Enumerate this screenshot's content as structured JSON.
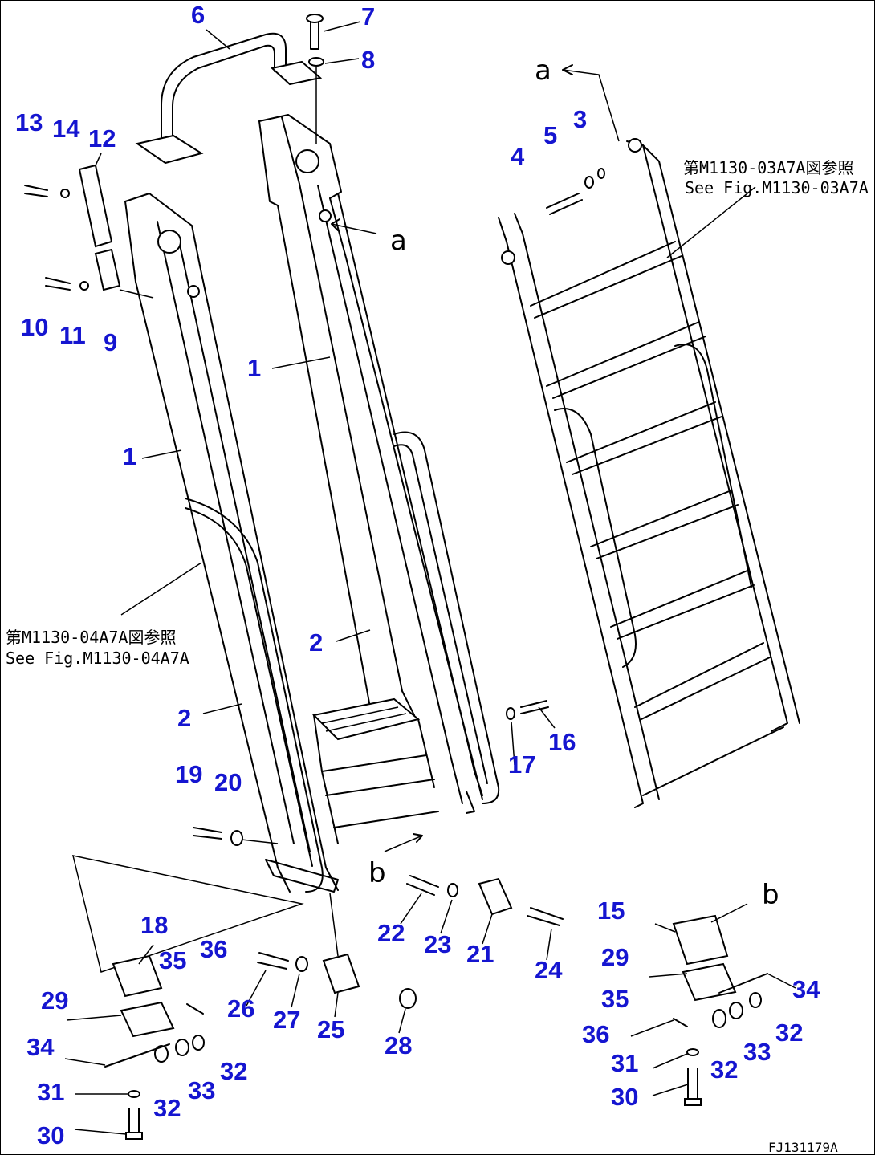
{
  "colors": {
    "callout": "#1515d0",
    "line": "#000000",
    "background": "#ffffff"
  },
  "refs": {
    "right_jp": "第M1130-03A7A図参照",
    "right_en": "See Fig.M1130-03A7A",
    "left_jp": "第M1130-04A7A図参照",
    "left_en": "See Fig.M1130-04A7A"
  },
  "view_markers": {
    "a": "a",
    "b": "b"
  },
  "drawing_code": "FJ131179A",
  "callouts": {
    "c1a": "1",
    "c1b": "1",
    "c2a": "2",
    "c2b": "2",
    "c3": "3",
    "c4": "4",
    "c5": "5",
    "c6": "6",
    "c7": "7",
    "c8": "8",
    "c9": "9",
    "c10": "10",
    "c11": "11",
    "c12": "12",
    "c13": "13",
    "c14": "14",
    "c15": "15",
    "c16": "16",
    "c17": "17",
    "c18": "18",
    "c19": "19",
    "c20": "20",
    "c21": "21",
    "c22": "22",
    "c23": "23",
    "c24": "24",
    "c25": "25",
    "c26": "26",
    "c27": "27",
    "c28": "28",
    "c29a": "29",
    "c29b": "29",
    "c30a": "30",
    "c30b": "30",
    "c31a": "31",
    "c31b": "31",
    "c32a": "32",
    "c32b": "32",
    "c32c": "32",
    "c32d": "32",
    "c33a": "33",
    "c33b": "33",
    "c34a": "34",
    "c34b": "34",
    "c35a": "35",
    "c35b": "35",
    "c36a": "36",
    "c36b": "36"
  }
}
